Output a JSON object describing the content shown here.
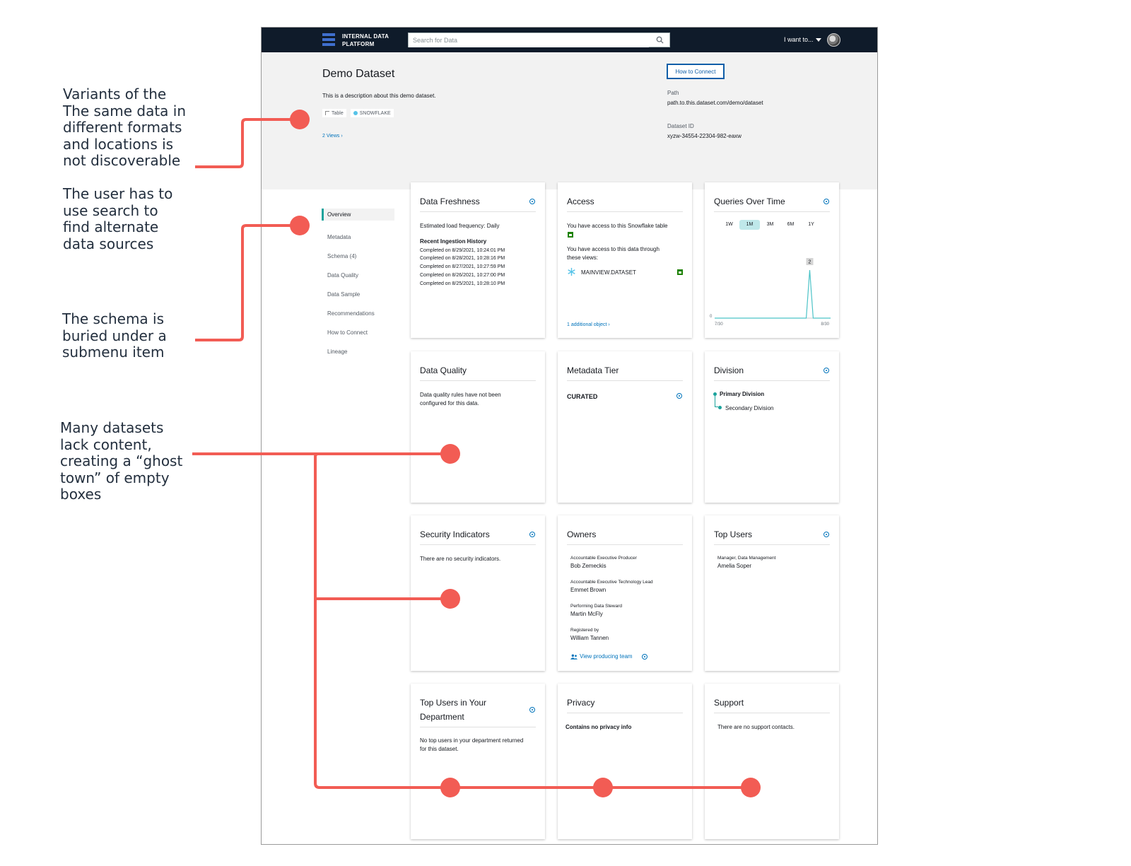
{
  "annotations": [
    {
      "text": "Variants of the\nThe same data in\ndifferent formats\nand locations is\nnot discoverable"
    },
    {
      "text": "The user has to\nuse search to\nfind alternate\ndata sources"
    },
    {
      "text": "The schema is\nburied under a\nsubmenu item"
    },
    {
      "text": "Many datasets\nlack content,\ncreating a “ghost\ntown” of empty\nboxes"
    }
  ],
  "colors": {
    "annotation": "#f25c54",
    "topbar": "#0f1b2a",
    "accent": "#1ba39c",
    "link": "#0073bb"
  },
  "topbar": {
    "logo_text": "INTERNAL DATA\nPLATFORM",
    "search_placeholder": "Search for Data",
    "menu_label": "I want to..."
  },
  "header": {
    "title": "Demo Dataset",
    "description": "This is a description about this demo dataset.",
    "tags": [
      "Table",
      "SNOWFLAKE"
    ],
    "views_link": "2 Views ›",
    "connect_button": "How to Connect",
    "path_label": "Path",
    "path_value": "path.to.this.dataset.com/demo/dataset",
    "id_label": "Dataset ID",
    "id_value": "xyzw-34554-22304-982-eaxw"
  },
  "nav": [
    "Overview",
    "Metadata",
    "Schema (4)",
    "Data Quality",
    "Data Sample",
    "Recommendations",
    "How to Connect",
    "Lineage"
  ],
  "cards": {
    "freshness": {
      "title": "Data Freshness",
      "frequency": "Estimated load frequency: Daily",
      "history_title": "Recent Ingestion History",
      "history": [
        "Completed on 8/29/2021, 10:24:01 PM",
        "Completed on 8/28/2021, 10:28:16 PM",
        "Completed on 8/27/2021, 10:27:59 PM",
        "Completed on 8/26/2021, 10:27:00 PM",
        "Completed on 8/25/2021, 10:28:10 PM"
      ]
    },
    "access": {
      "title": "Access",
      "line1": "You have access to this Snowflake table",
      "line2": "You have access to this data through these views:",
      "view_name": "MAINVIEW.DATASET",
      "more_link": "1 additional object ›"
    },
    "queries": {
      "title": "Queries Over Time",
      "ranges": [
        "1W",
        "1M",
        "3M",
        "6M",
        "1Y"
      ],
      "active_range": "1M"
    },
    "quality": {
      "title": "Data Quality",
      "text": "Data quality rules have not been configured for this data."
    },
    "tier": {
      "title": "Metadata Tier",
      "value": "CURATED"
    },
    "division": {
      "title": "Division",
      "primary": "Primary Division",
      "secondary": "Secondary Division"
    },
    "security": {
      "title": "Security Indicators",
      "text": "There are no security indicators."
    },
    "owners": {
      "title": "Owners",
      "people": [
        {
          "role": "Accountable Executive Producer",
          "name": "Bob Zemeckis"
        },
        {
          "role": "Accountable Executive Technology Lead",
          "name": "Emmet Brown"
        },
        {
          "role": "Performing Data Steward",
          "name": "Martin McFly"
        },
        {
          "role": "Registered by",
          "name": "William Tannen"
        }
      ],
      "team_link": "View producing team"
    },
    "top_users": {
      "title": "Top Users",
      "role": "Manager, Data Management",
      "name": "Amelia Soper"
    },
    "dept_users": {
      "title": "Top Users in Your Department",
      "text": "No top users in your department returned for this dataset."
    },
    "privacy": {
      "title": "Privacy",
      "text": "Contains no privacy info"
    },
    "support": {
      "title": "Support",
      "text": "There are no support contacts."
    }
  },
  "chart_data": {
    "type": "line",
    "x": [
      "7/30",
      "8/30"
    ],
    "x_tick_labels": [
      "7/30",
      "8/30"
    ],
    "y_tick_labels": [
      "0"
    ],
    "points": [
      [
        0,
        0
      ],
      [
        0.79,
        0
      ],
      [
        0.82,
        2
      ],
      [
        0.85,
        0
      ],
      [
        1,
        0
      ]
    ],
    "peak_label": "2",
    "ylim": [
      0,
      2
    ]
  }
}
